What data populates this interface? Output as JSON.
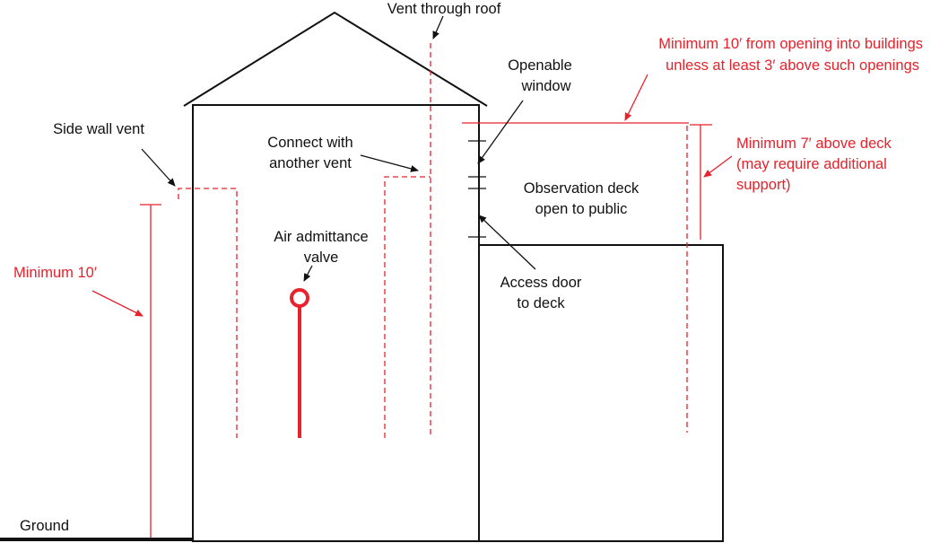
{
  "labels": {
    "vent_through_roof": "Vent through roof",
    "min_10_opening_1": "Minimum 10′ from opening into buildings",
    "min_10_opening_2": "unless at least 3′ above such openings",
    "openable_window_1": "Openable",
    "openable_window_2": "window",
    "side_wall_vent": "Side wall vent",
    "connect_vent_1": "Connect with",
    "connect_vent_2": "another vent",
    "min_7_deck_1": "Minimum 7′ above deck",
    "min_7_deck_2": "(may require additional",
    "min_7_deck_3": "support)",
    "observation_deck_1": "Observation deck",
    "observation_deck_2": "open to public",
    "air_admittance_1": "Air admittance",
    "air_admittance_2": "valve",
    "minimum_10": "Minimum 10′",
    "access_door_1": "Access door",
    "access_door_2": "to deck",
    "ground": "Ground"
  },
  "colors": {
    "requirement": "#e8212b",
    "structure": "#111111",
    "background": "#ffffff"
  }
}
